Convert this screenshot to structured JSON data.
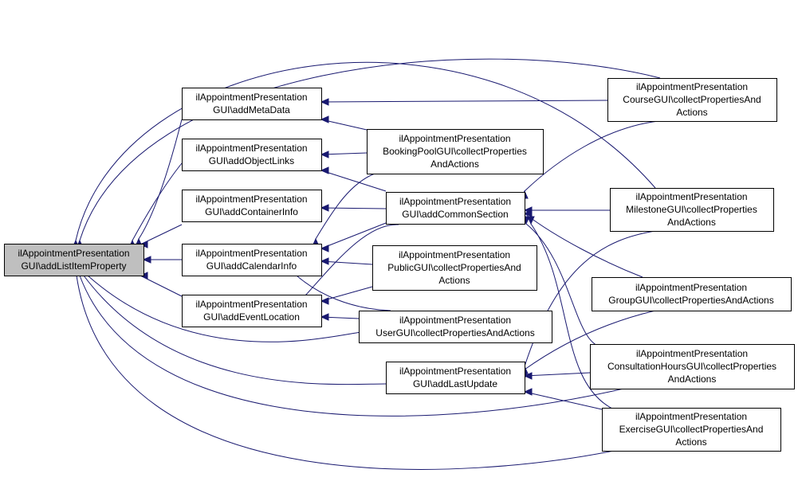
{
  "diagram": {
    "colors": {
      "edge": "#191970",
      "box_border": "#000000",
      "target_fill": "#bfbfbf",
      "node_fill": "#ffffff"
    },
    "nodes": {
      "target": {
        "lines": [
          "ilAppointmentPresentation",
          "GUI\\addListItemProperty"
        ],
        "highlighted": true
      },
      "addMetaData": {
        "lines": [
          "ilAppointmentPresentation",
          "GUI\\addMetaData"
        ]
      },
      "addObjectLinks": {
        "lines": [
          "ilAppointmentPresentation",
          "GUI\\addObjectLinks"
        ]
      },
      "addContainerInfo": {
        "lines": [
          "ilAppointmentPresentation",
          "GUI\\addContainerInfo"
        ]
      },
      "addCalendarInfo": {
        "lines": [
          "ilAppointmentPresentation",
          "GUI\\addCalendarInfo"
        ]
      },
      "addEventLocation": {
        "lines": [
          "ilAppointmentPresentation",
          "GUI\\addEventLocation"
        ]
      },
      "bookingPool": {
        "lines": [
          "ilAppointmentPresentation",
          "BookingPoolGUI\\collectProperties",
          "AndActions"
        ]
      },
      "addCommonSection": {
        "lines": [
          "ilAppointmentPresentation",
          "GUI\\addCommonSection"
        ]
      },
      "publicGui": {
        "lines": [
          "ilAppointmentPresentation",
          "PublicGUI\\collectPropertiesAnd",
          "Actions"
        ]
      },
      "userGui": {
        "lines": [
          "ilAppointmentPresentation",
          "UserGUI\\collectPropertiesAndActions"
        ]
      },
      "addLastUpdate": {
        "lines": [
          "ilAppointmentPresentation",
          "GUI\\addLastUpdate"
        ]
      },
      "courseGui": {
        "lines": [
          "ilAppointmentPresentation",
          "CourseGUI\\collectPropertiesAnd",
          "Actions"
        ]
      },
      "milestoneGui": {
        "lines": [
          "ilAppointmentPresentation",
          "MilestoneGUI\\collectProperties",
          "AndActions"
        ]
      },
      "groupGui": {
        "lines": [
          "ilAppointmentPresentation",
          "GroupGUI\\collectPropertiesAndActions"
        ]
      },
      "consultationGui": {
        "lines": [
          "ilAppointmentPresentation",
          "ConsultationHoursGUI\\collectProperties",
          "AndActions"
        ]
      },
      "exerciseGui": {
        "lines": [
          "ilAppointmentPresentation",
          "ExerciseGUI\\collectPropertiesAnd",
          "Actions"
        ]
      }
    }
  }
}
